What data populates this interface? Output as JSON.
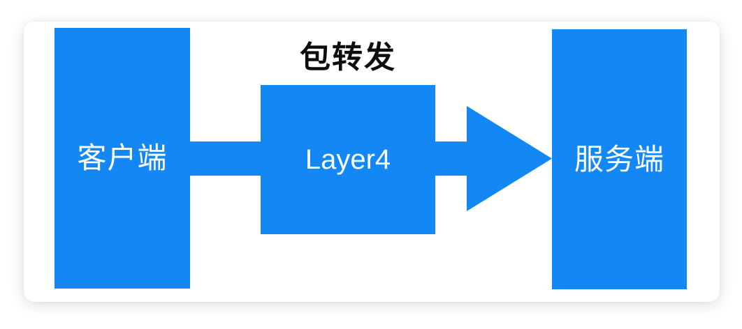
{
  "diagram": {
    "title": "包转发",
    "nodes": [
      {
        "id": "client",
        "label": "客户端"
      },
      {
        "id": "layer4",
        "label": "Layer4"
      },
      {
        "id": "server",
        "label": "服务端"
      }
    ]
  },
  "colors": {
    "node_fill": "#1388f5",
    "node_text": "#ffffff",
    "title_text": "#0d0d0d",
    "card_bg": "#ffffff",
    "page_bg": "#ffffff"
  }
}
